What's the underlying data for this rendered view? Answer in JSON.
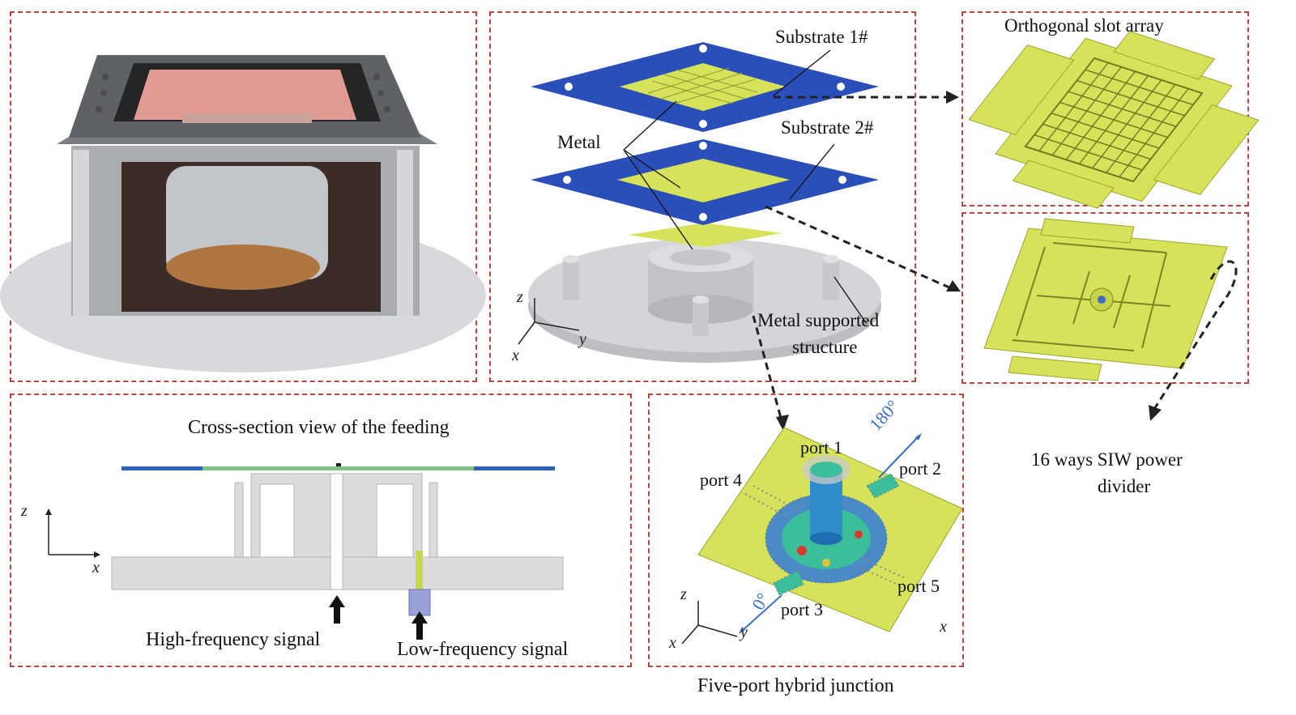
{
  "labels": {
    "substrate1": "Substrate 1#",
    "substrate2": "Substrate 2#",
    "metal": "Metal",
    "metal_supported": "Metal supported",
    "structure": "structure",
    "orthogonal_slot_array": "Orthogonal slot array",
    "power_divider_line1": "16 ways SIW power",
    "power_divider_line2": "divider",
    "cross_section_title": "Cross-section view of the feeding",
    "high_freq": "High-frequency signal",
    "low_freq": "Low-frequency signal",
    "five_port": "Five-port hybrid junction",
    "ports": [
      "port 1",
      "port 2",
      "port 3",
      "port 4",
      "port 5"
    ],
    "angle_180": "180°",
    "angle_0": "0°"
  },
  "axes": {
    "x": "x",
    "y": "y",
    "z": "z"
  },
  "colors": {
    "panel_border": "#b8473f",
    "substrate_blue": "#2b4fb8",
    "pcb_yellow": "#d6e35a",
    "metal_gray": "#c8c8cc",
    "photo_pink": "#e29a94",
    "cross_section_blue": "#2e62b8",
    "cross_section_green": "#7fc28a",
    "angle_blue": "#3a6fc2"
  }
}
